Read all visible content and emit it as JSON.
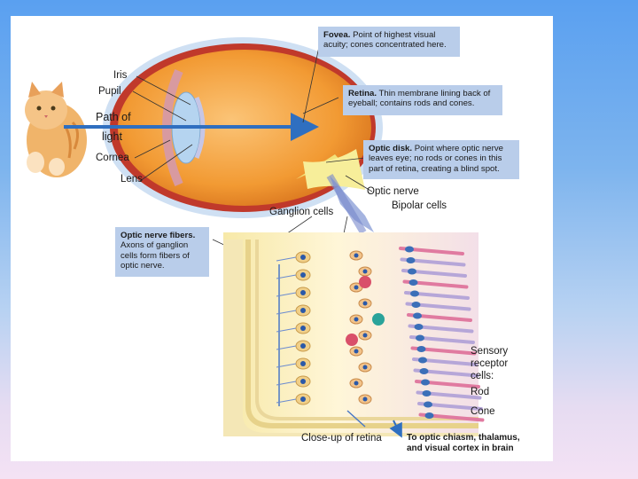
{
  "labels": {
    "iris": "Iris",
    "pupil": "Pupil",
    "path_of": "Path of",
    "light": "light",
    "cornea": "Cornea",
    "lens": "Lens",
    "optic_nerve": "Optic nerve",
    "ganglion_cells": "Ganglion cells",
    "bipolar_cells": "Bipolar cells",
    "sensory": "Sensory",
    "receptor": "receptor",
    "cells": "cells:",
    "rod": "Rod",
    "cone": "Cone",
    "closeup": "Close-up of retina"
  },
  "callouts": {
    "fovea_title": "Fovea.",
    "fovea_text": "Point of highest visual acuity; cones concentrated here.",
    "retina_title": "Retina.",
    "retina_text": "Thin membrane lining back of eyeball; contains rods and cones.",
    "optic_disk_title": "Optic disk.",
    "optic_disk_text": "Point where optic nerve leaves eye; no rods or cones in this part of retina, creating a blind spot.",
    "optic_fibers_title": "Optic nerve fibers.",
    "optic_fibers_text": "Axons of ganglion cells form fibers of optic nerve.",
    "to_brain_line1": "To optic chiasm, thalamus,",
    "to_brain_line2": "and visual cortex in brain"
  },
  "colors": {
    "callout_bg": "#b9cdea",
    "eye_orange": "#f0a040",
    "arrow_blue": "#2f6fc0"
  }
}
